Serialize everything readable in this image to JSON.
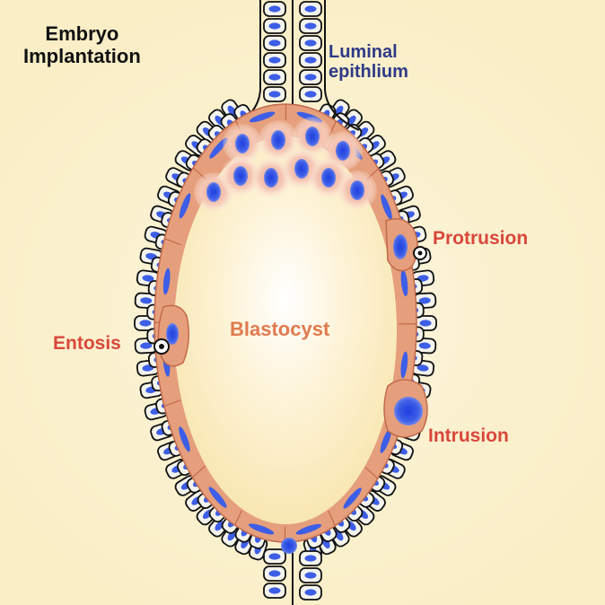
{
  "title": {
    "line1": "Embryo",
    "line2": "Implantation"
  },
  "labels": {
    "luminal_line1": "Luminal",
    "luminal_line2": "epithlium",
    "protrusion": "Protrusion",
    "entosis": "Entosis",
    "intrusion": "Intrusion",
    "blastocyst": "Blastocyst"
  },
  "colors": {
    "epithelium_label": "#2e3a87",
    "event_label": "#d9473c",
    "blastocyst_label": "#e07a4f",
    "trophoblast": "#e59f7c",
    "nucleus": "#3d5ee6",
    "epithelial_cell": "#f4f4ec",
    "outline": "#111111",
    "icm": "#f2c2ad"
  }
}
